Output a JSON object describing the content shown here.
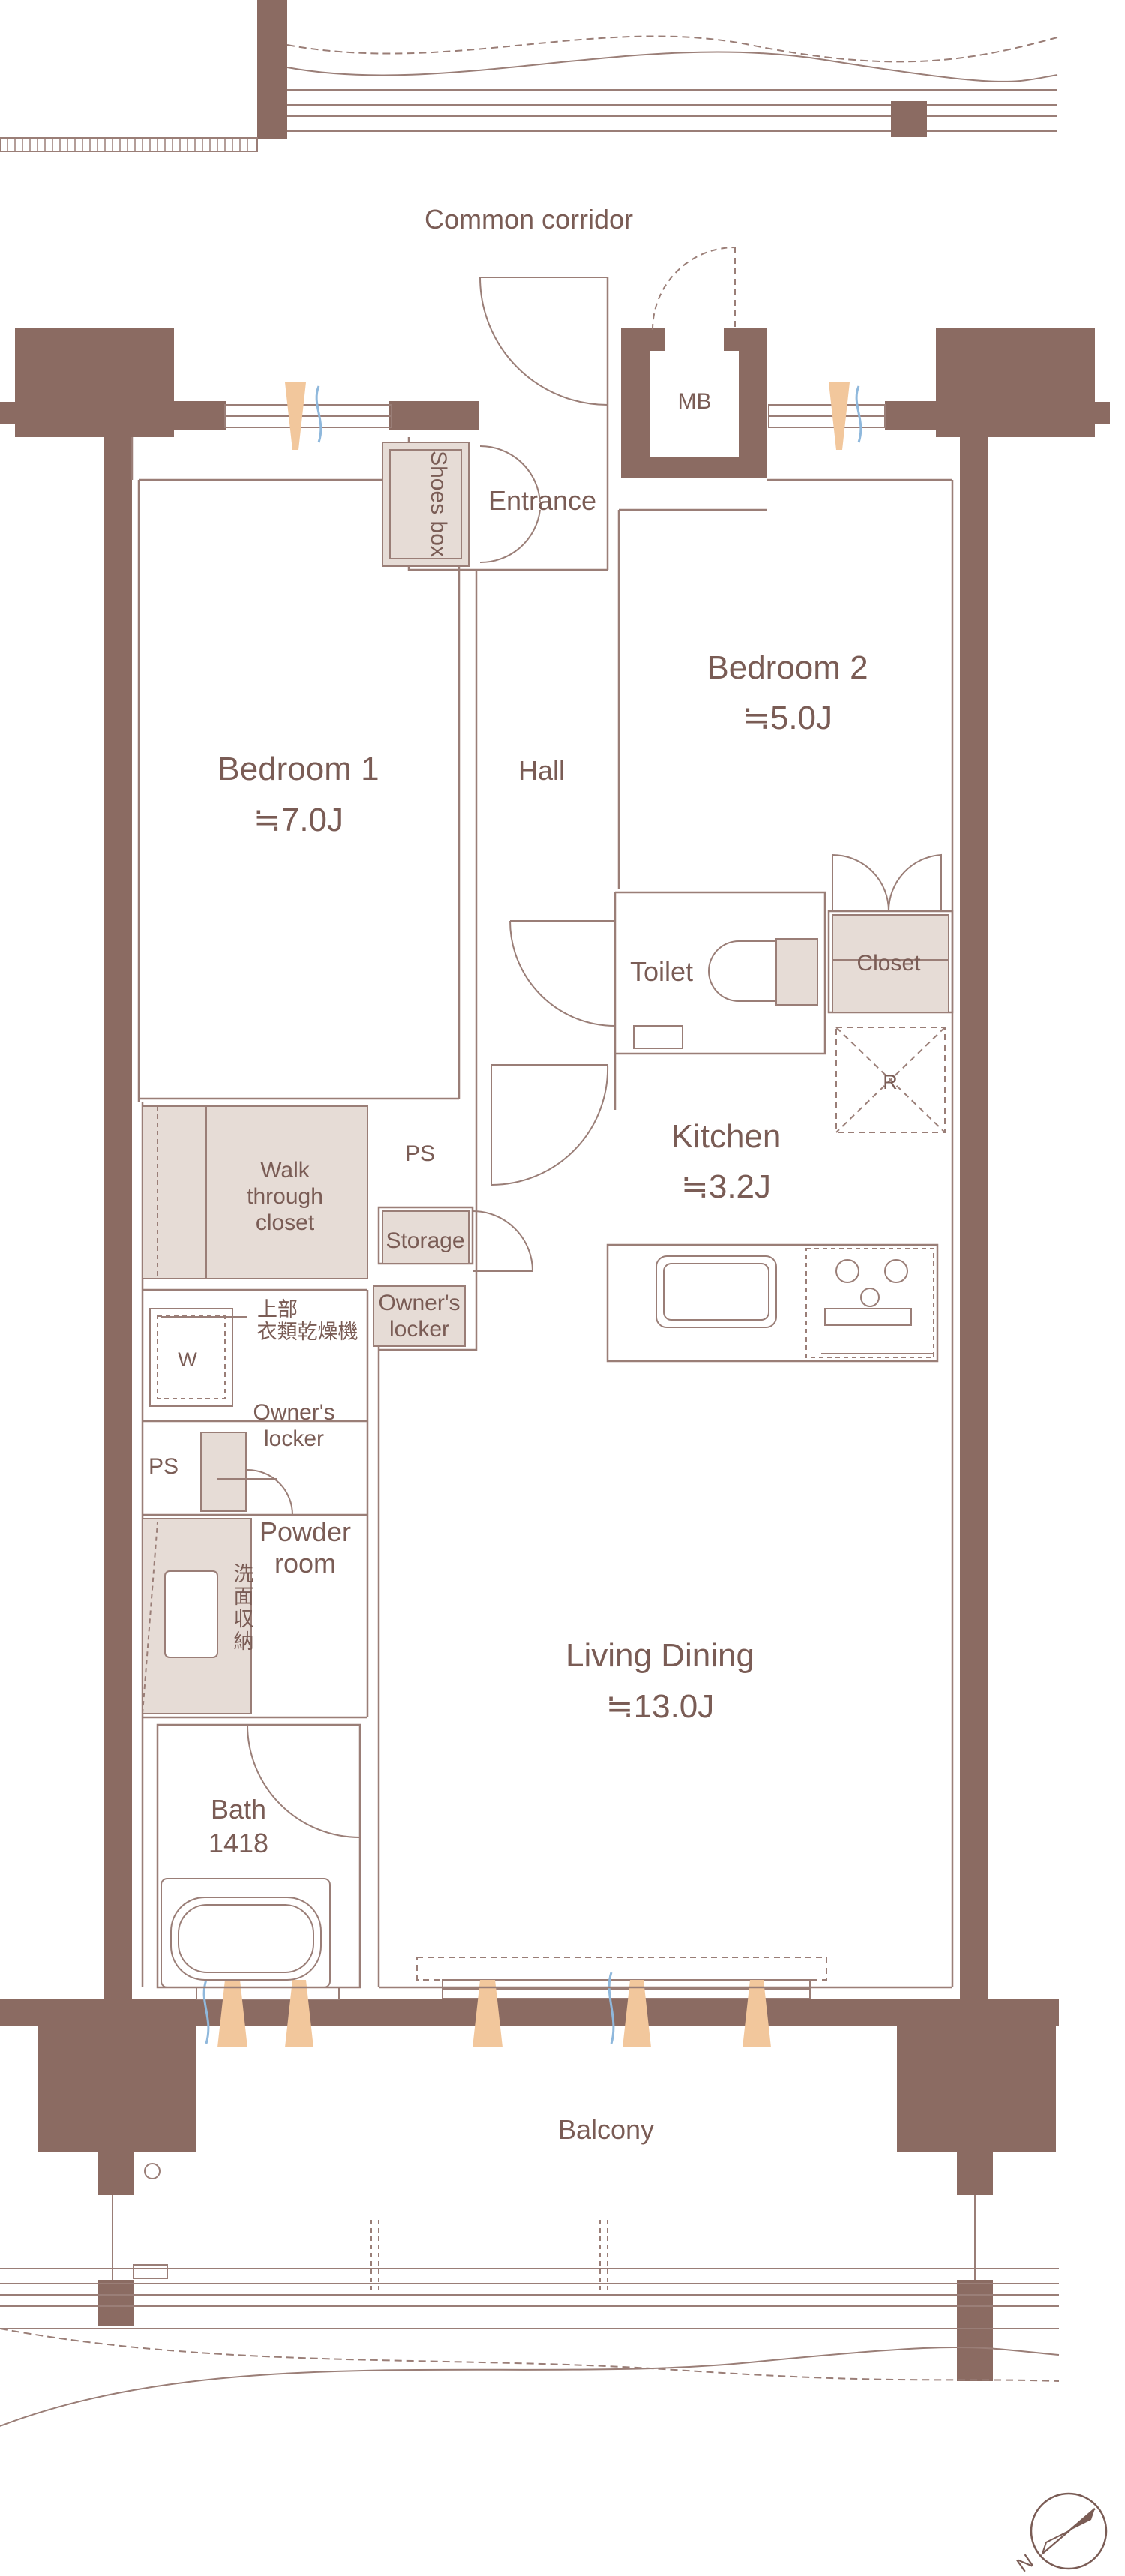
{
  "labels": {
    "common_corridor": "Common corridor",
    "mb": "MB",
    "shoes_box": "Shoes box",
    "entrance": "Entrance",
    "hall": "Hall",
    "bedroom1": "Bedroom 1",
    "bedroom1_area": "≒7.0J",
    "bedroom2": "Bedroom 2",
    "bedroom2_area": "≒5.0J",
    "toilet": "Toilet",
    "closet": "Closet",
    "refrigerator": "R",
    "kitchen": "Kitchen",
    "kitchen_area": "≒3.2J",
    "ps_upper": "PS",
    "walk_through_closet": [
      "Walk",
      "through",
      "closet"
    ],
    "storage": "Storage",
    "owners_locker_upper": [
      "Owner's",
      "locker"
    ],
    "dryer": [
      "上部",
      "衣類乾燥機"
    ],
    "washer": "W",
    "owners_locker_lower": [
      "Owner's",
      "locker"
    ],
    "ps_lower": "PS",
    "powder_room": [
      "Powder",
      "room"
    ],
    "vanity_storage": [
      "洗",
      "面",
      "収",
      "納"
    ],
    "living_dining": "Living Dining",
    "living_dining_area": "≒13.0J",
    "bath": "Bath",
    "bath_size": "1418",
    "balcony": "Balcony",
    "north": "N"
  },
  "colors": {
    "wall": "#8b6b62",
    "line": "#9a7e77",
    "fill": "#e6dcd6",
    "text": "#7a5c55",
    "window_accent": "#f2c79c",
    "window_blue": "#8fb8dc"
  }
}
